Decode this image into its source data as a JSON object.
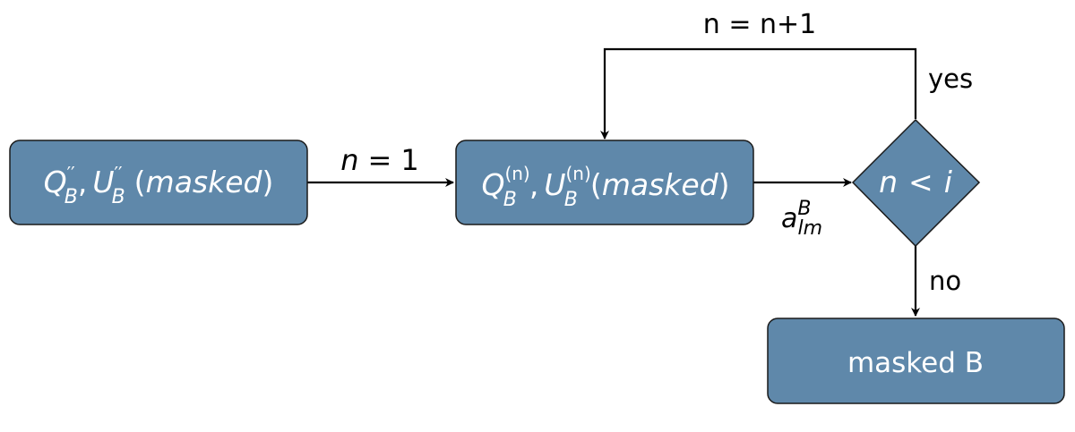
{
  "nodes": {
    "start": {
      "var1": "Q",
      "sup1": "′′",
      "sub1": "B",
      "sep": ",",
      "var2": "U",
      "sup2": "′′",
      "sub2": "B",
      "open": "(",
      "word": "masked",
      "close": ")"
    },
    "loop": {
      "var1": "Q",
      "sup1": "(n)",
      "sub1": "B",
      "sep": ",",
      "var2": "U",
      "sup2": "(n)",
      "sub2": "B",
      "open": "(",
      "word": "masked",
      "close": ")"
    },
    "decision": {
      "lhs": "n",
      "op": "<",
      "rhs": "i"
    },
    "end": {
      "label": "masked B"
    }
  },
  "edges": {
    "init": {
      "var": "n",
      "eq": "=",
      "val": "1"
    },
    "increment": {
      "label": "n = n+1"
    },
    "coef": {
      "base": "a",
      "sup": "B",
      "sub": "lm"
    },
    "yes": {
      "label": "yes"
    },
    "no": {
      "label": "no"
    }
  },
  "colors": {
    "node_fill": "#5f88aa",
    "node_stroke": "#1a1a1a",
    "edge": "#000000",
    "node_text": "#ffffff"
  }
}
